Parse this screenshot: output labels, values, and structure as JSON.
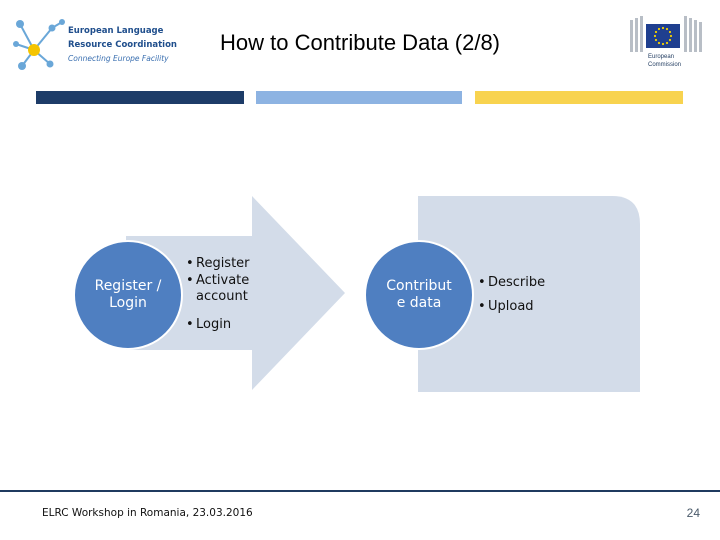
{
  "header": {
    "logo_line1": "European Language",
    "logo_line2": "Resource Coordination",
    "logo_tagline": "Connecting Europe Facility",
    "title": "How to Contribute Data (2/8)",
    "ec_line1": "European",
    "ec_line2": "Commission"
  },
  "colors": {
    "strip_dark": "#1d3c68",
    "strip_light": "#8db3e2",
    "strip_yellow": "#f8d34f",
    "circle_fill": "#4f7fc1",
    "shape_fill": "#d3dce9"
  },
  "diagram": {
    "step1": {
      "label": "Register / Login",
      "bullets": [
        {
          "line1": "Register",
          "line2": ""
        },
        {
          "line1": "Activate",
          "line2": "account"
        },
        {
          "line1": "Login",
          "line2": ""
        }
      ]
    },
    "step2": {
      "label_line1": "Contribut",
      "label_line2": "e data",
      "bullets": [
        "Describe",
        "Upload"
      ]
    }
  },
  "footer": {
    "text": "ELRC Workshop in Romania, 23.03.2016",
    "page_number": "24"
  }
}
